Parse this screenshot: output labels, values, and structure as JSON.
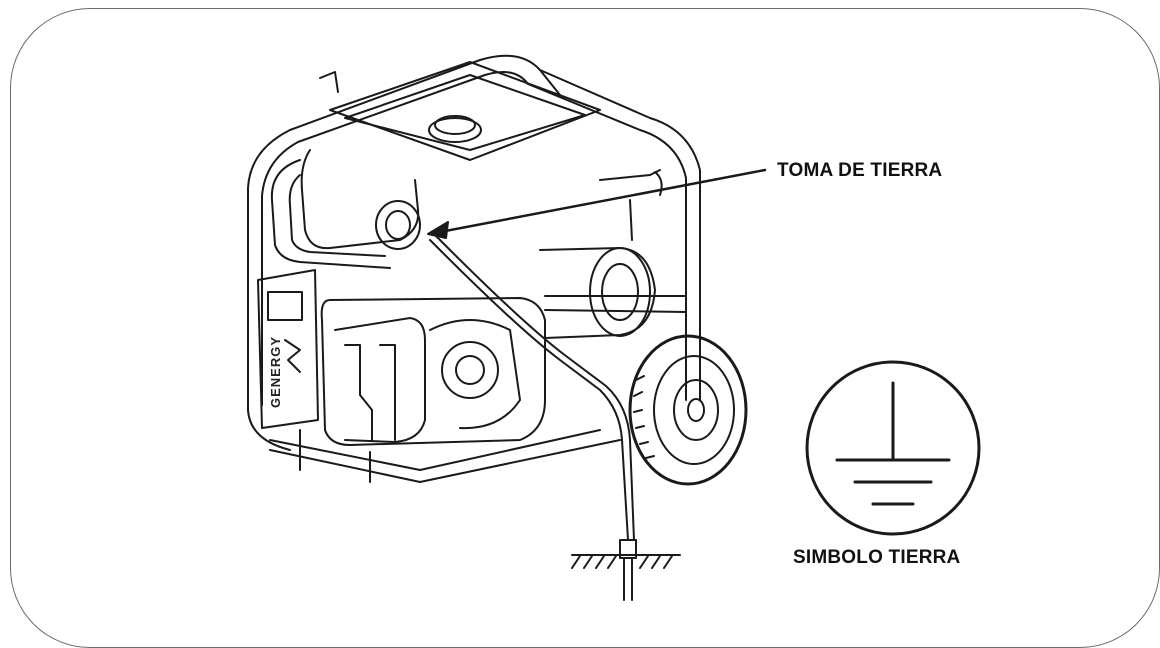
{
  "labels": {
    "ground_point": "TOMA DE TIERRA",
    "ground_symbol_caption": "SIMBOLO TIERRA"
  },
  "generator": {
    "brand_text": "GENERGY"
  },
  "colors": {
    "line": "#1a1a1a",
    "frame": "#6b6b6b",
    "background": "#ffffff"
  }
}
